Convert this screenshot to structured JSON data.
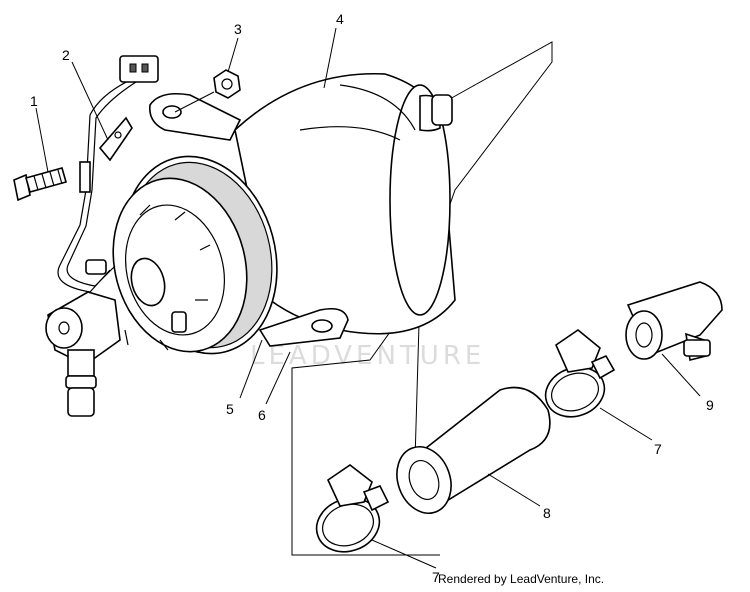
{
  "callouts": {
    "c1": "1",
    "c2": "2",
    "c3": "3",
    "c4": "4",
    "c5": "5",
    "c6": "6",
    "c7a": "7",
    "c7b": "7",
    "c8": "8",
    "c9": "9"
  },
  "watermark": "LEADVENTURE",
  "credit": "Rendered by LeadVenture, Inc."
}
